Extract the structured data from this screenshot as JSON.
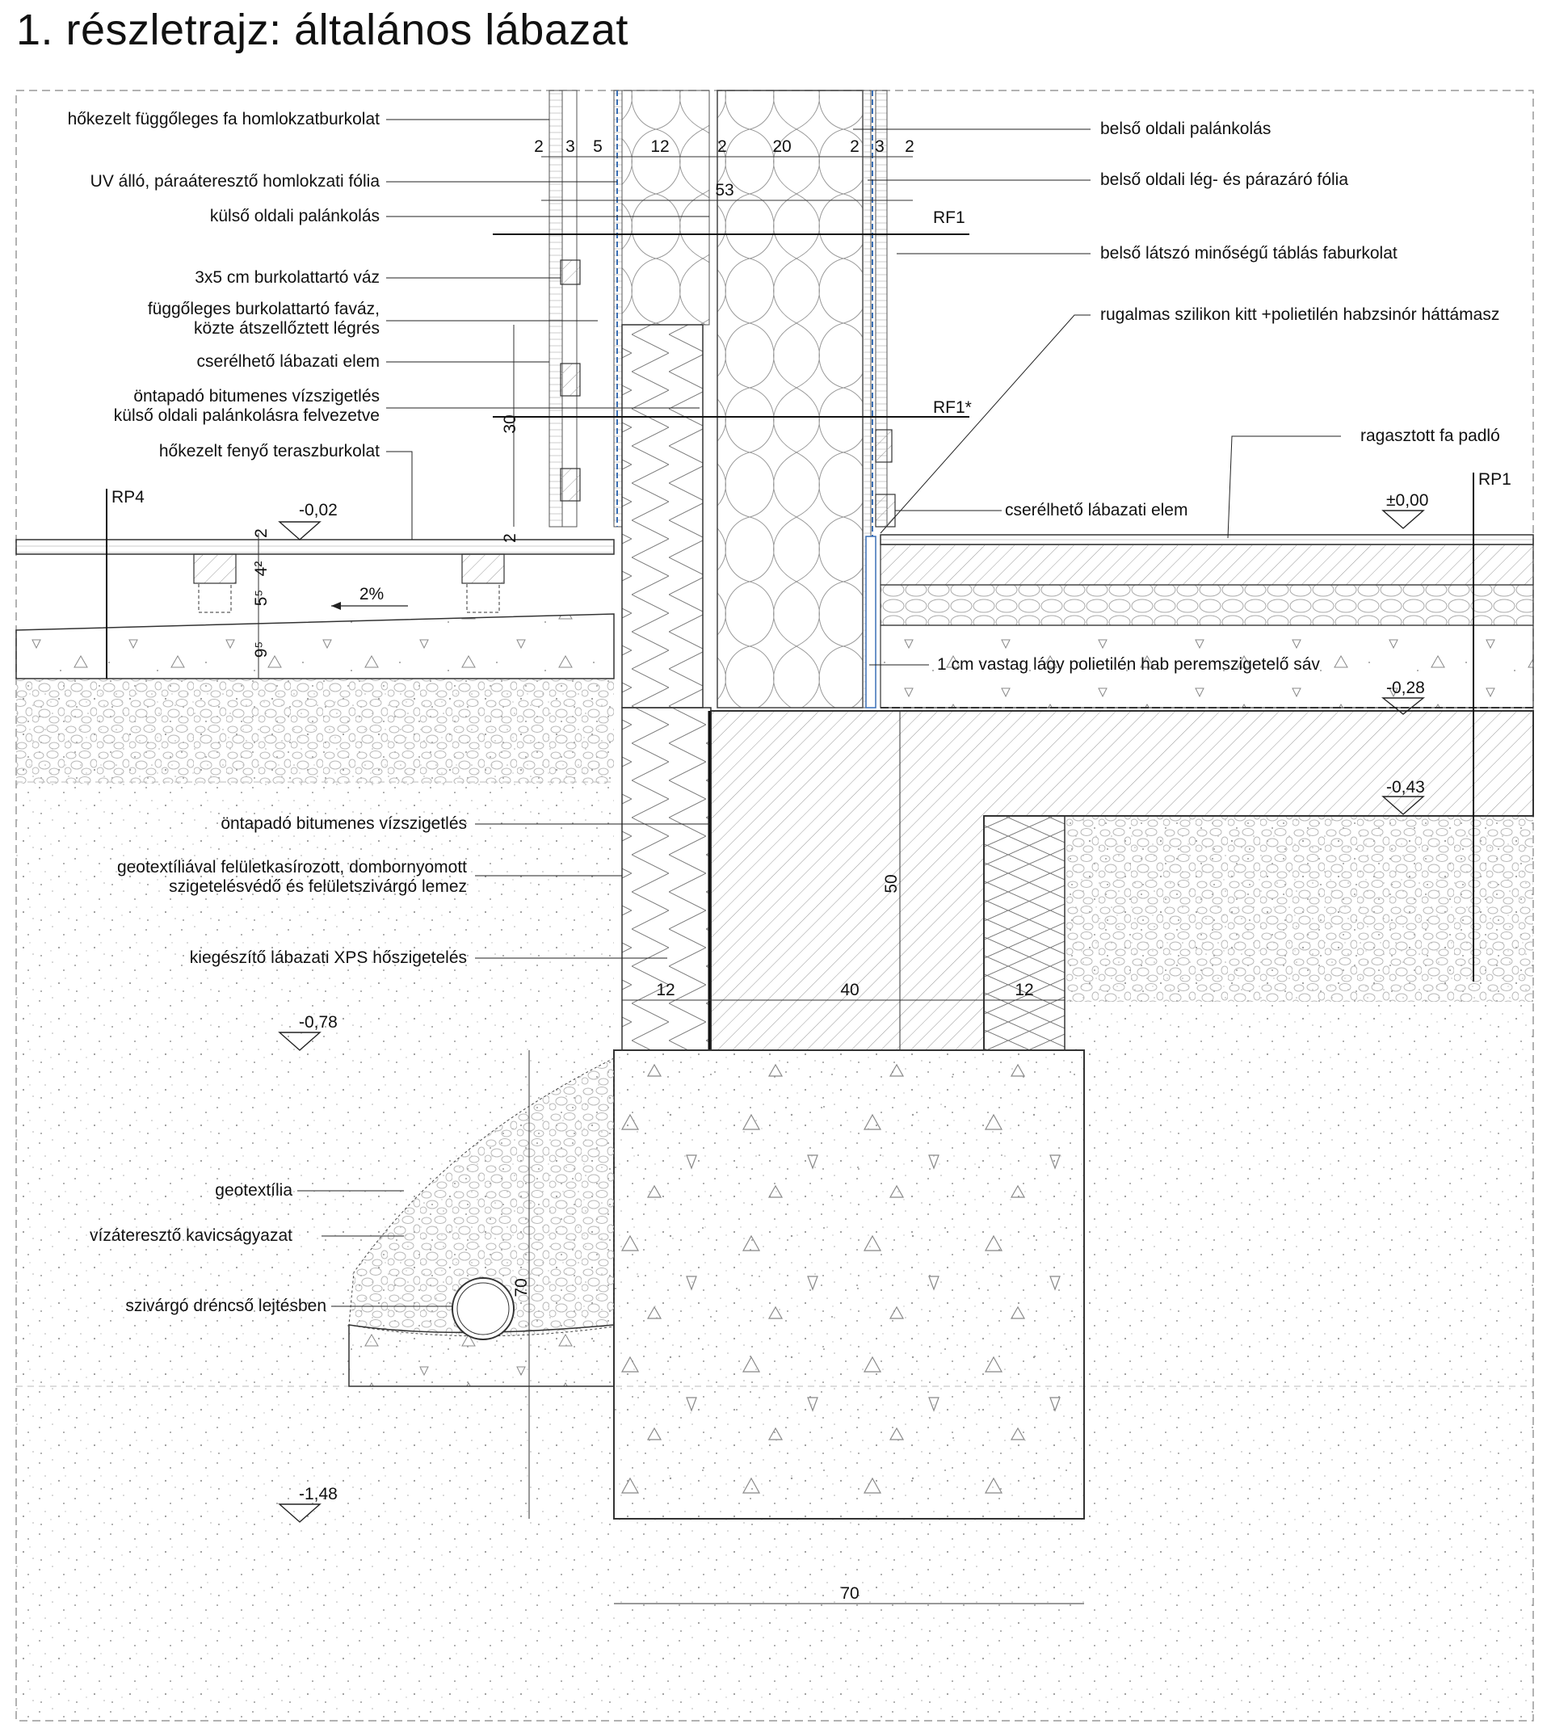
{
  "title": "1. részletrajz: általános lábazat",
  "labels_left": [
    "hőkezelt függőleges fa homlokzatburkolat",
    "UV álló, páraáteresztő homlokzati fólia",
    "külső oldali palánkolás",
    "3x5 cm burkolattartó váz",
    "függőleges burkolattartó faváz,",
    "közte átszellőztett légrés",
    "cserélhető lábazati elem",
    "öntapadó bitumenes vízszigetlés",
    "külső oldali palánkolásra felvezetve",
    "hőkezelt fenyő teraszburkolat",
    "öntapadó bitumenes vízszigetlés",
    "geotextíliával felületkasírozott, dombornyomott",
    "szigetelésvédő és felületszivárgó lemez",
    "kiegészítő lábazati XPS hőszigetelés",
    "geotextília",
    "vízáteresztő kavicságyazat",
    "szivárgó dréncső lejtésben"
  ],
  "labels_right": [
    "belső oldali palánkolás",
    "belső oldali lég- és párazáró fólia",
    "belső látszó minőségű táblás faburkolat",
    "rugalmas szilikon kitt +polietilén habzsinór háttámasz",
    "ragasztott fa padló",
    "cserélhető lábazati elem",
    "1 cm vastag lágy polietilén hab peremszigetelő sáv"
  ],
  "wall_layer_dims": [
    "2",
    "3",
    "5",
    "12",
    "2",
    "20",
    "2",
    "3",
    "2"
  ],
  "wall_total_dim": "53",
  "section_marks": [
    "RF1",
    "RF1*",
    "RP4",
    "RP1"
  ],
  "levels": [
    "-0,02",
    "±0,00",
    "-0,28",
    "-0,43",
    "-0,78",
    "-1,48"
  ],
  "terrace_dims": [
    "2",
    "4²",
    "5⁵",
    "9⁵"
  ],
  "slope": "2%",
  "misc_dims": {
    "plinth_height": "30",
    "gap": "2",
    "wall_base_height": "50",
    "footing_height": "70"
  },
  "base_dims": [
    "12",
    "40",
    "12"
  ],
  "footing_width": "70"
}
